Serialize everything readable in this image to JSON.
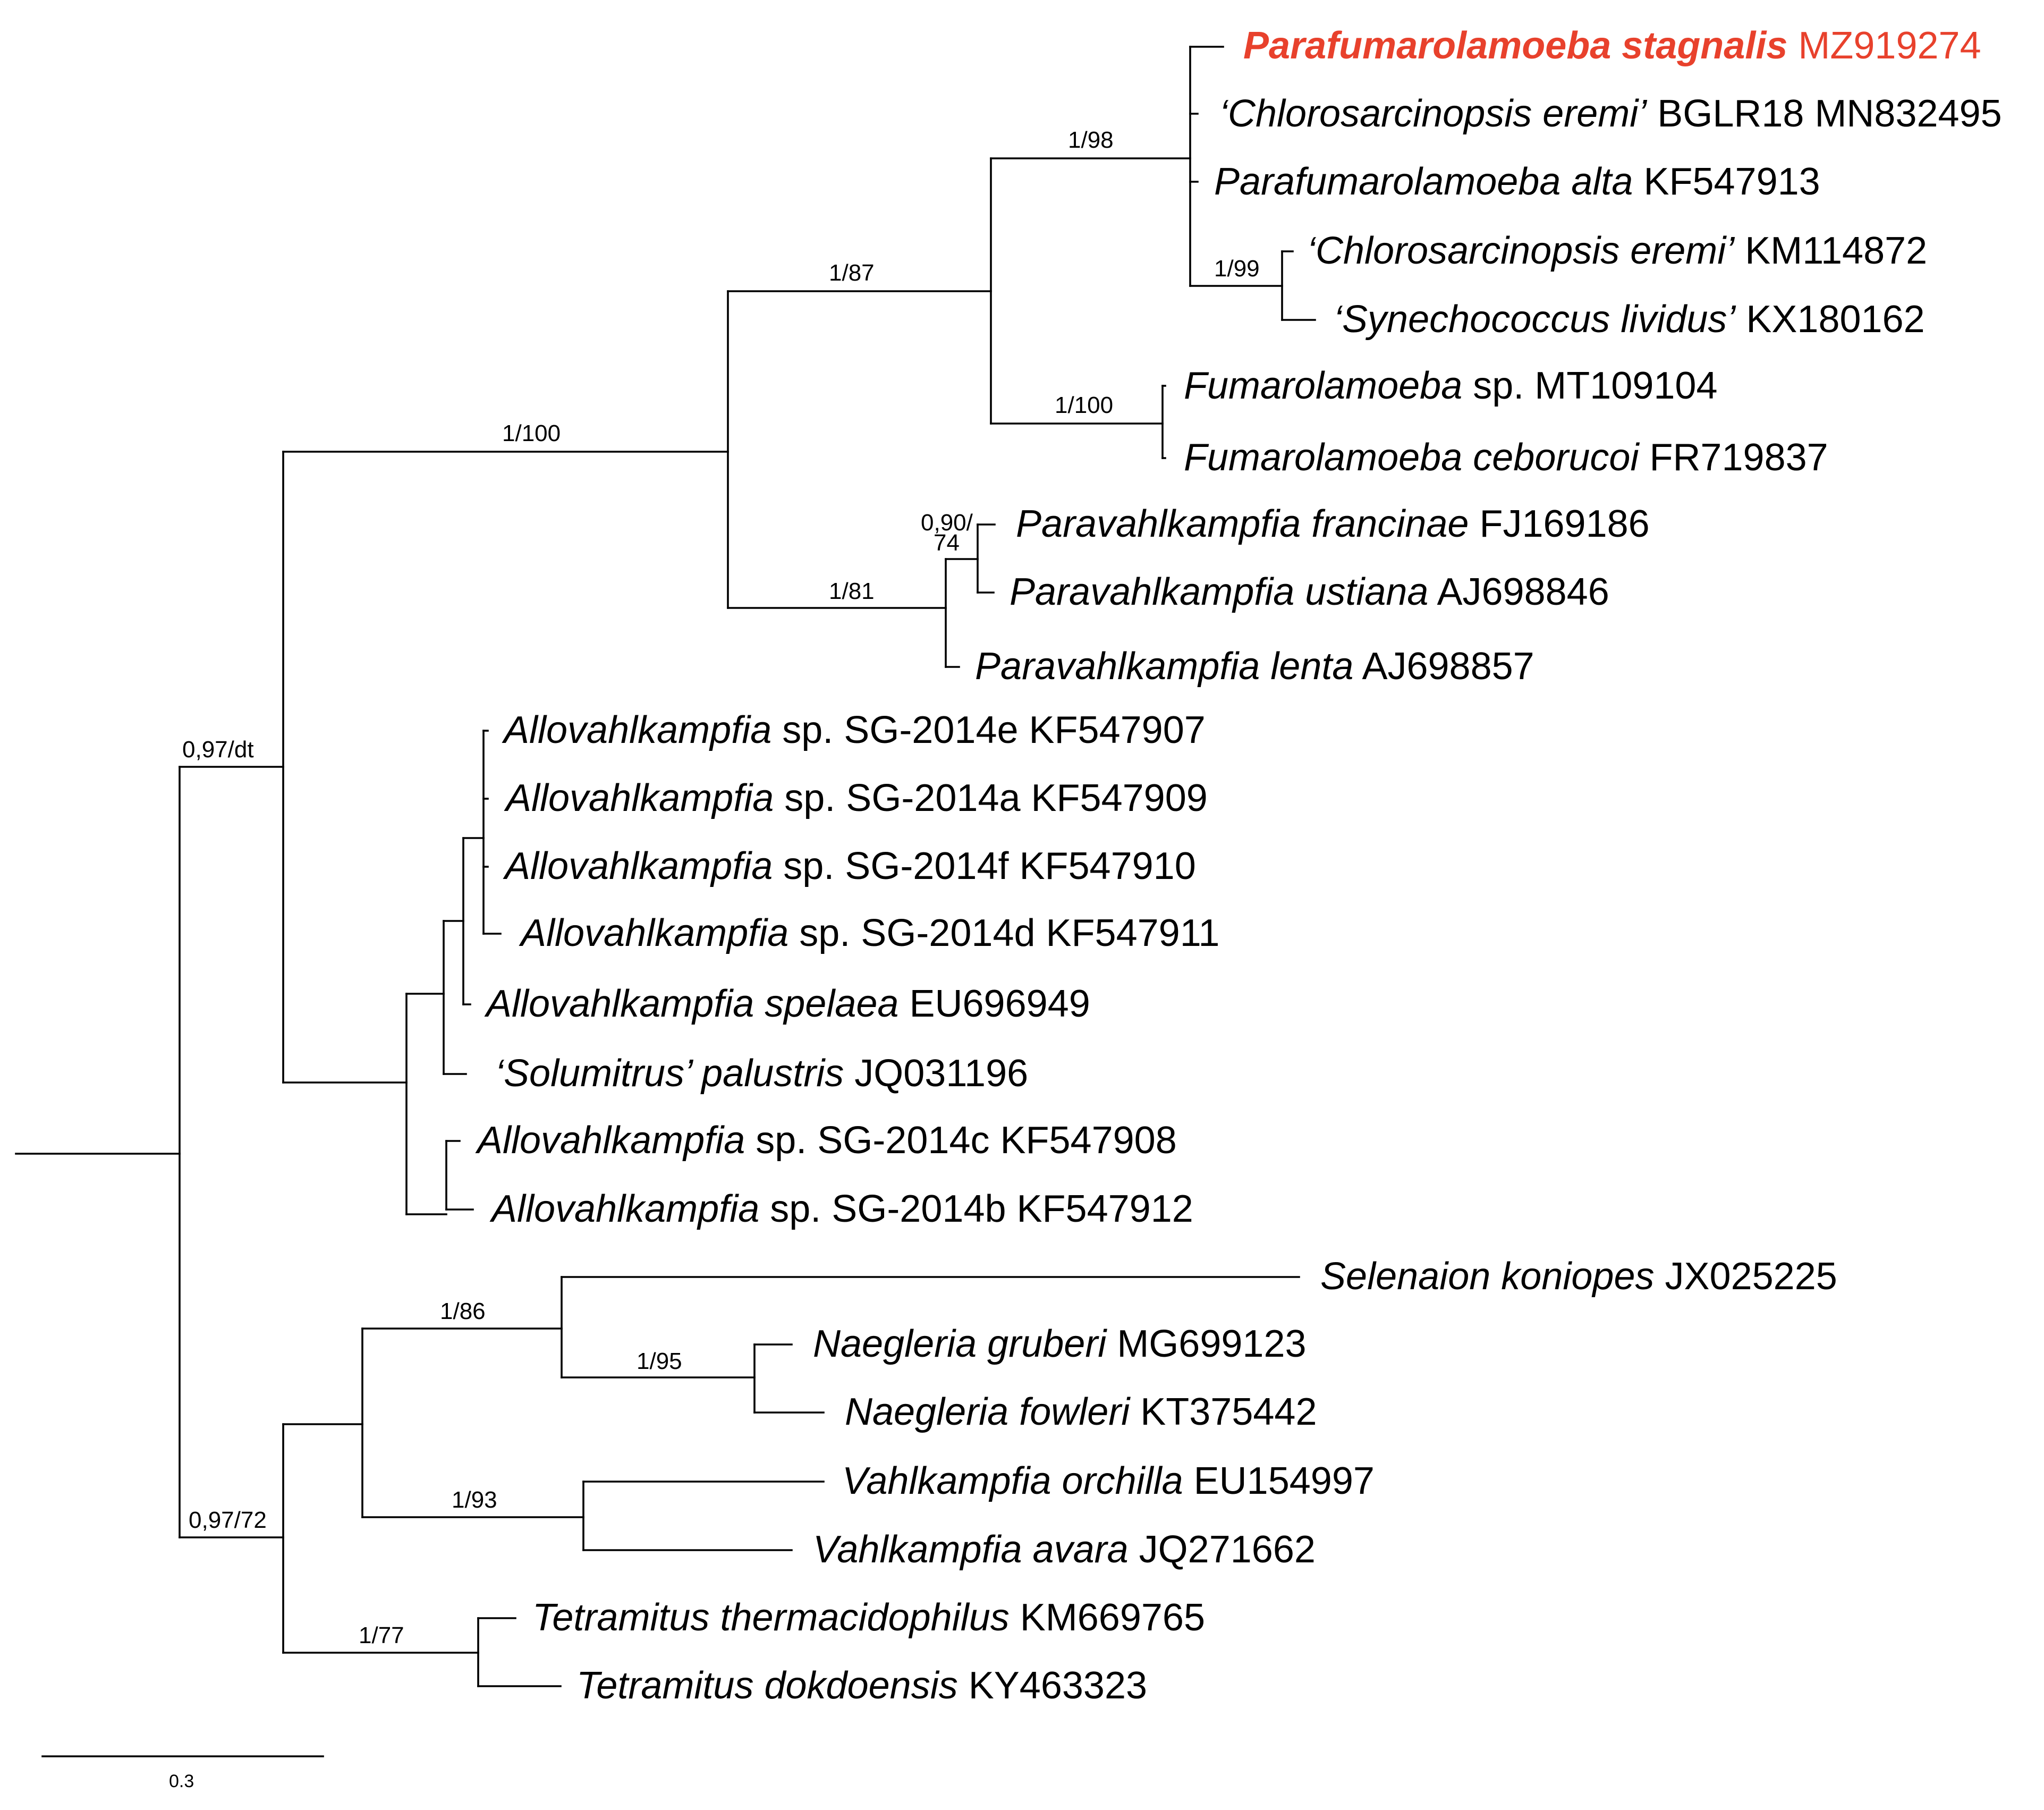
{
  "highlight_color": "#e8412c",
  "taxa": [
    {
      "id": "t1",
      "genus": "Parafumarolamoeba stagnalis",
      "rest": " MZ919274",
      "highlight": true
    },
    {
      "id": "t2",
      "genus": "‘Chlorosarcinopsis eremi’",
      "rest": " BGLR18 MN832495"
    },
    {
      "id": "t3",
      "genus": "Parafumarolamoeba alta",
      "rest": " KF547913"
    },
    {
      "id": "t4",
      "genus": "‘Chlorosarcinopsis eremi’",
      "rest": " KM114872"
    },
    {
      "id": "t5",
      "genus": "‘Synechococcus lividus’",
      "rest": " KX180162"
    },
    {
      "id": "t6",
      "genus": "Fumarolamoeba",
      "rest": " sp. MT109104"
    },
    {
      "id": "t7",
      "genus": "Fumarolamoeba ceborucoi",
      "rest": " FR719837"
    },
    {
      "id": "t8",
      "genus": "Paravahlkampfia francinae",
      "rest": " FJ169186"
    },
    {
      "id": "t9",
      "genus": "Paravahlkampfia ustiana",
      "rest": " AJ698846"
    },
    {
      "id": "t10",
      "genus": "Paravahlkampfia lenta",
      "rest": " AJ698857"
    },
    {
      "id": "t11",
      "genus": "Allovahlkampfia",
      "rest": " sp. SG-2014e KF547907"
    },
    {
      "id": "t12",
      "genus": "Allovahlkampfia",
      "rest": " sp. SG-2014a KF547909"
    },
    {
      "id": "t13",
      "genus": "Allovahlkampfia",
      "rest": " sp. SG-2014f KF547910"
    },
    {
      "id": "t14",
      "genus": "Allovahlkampfia",
      "rest": " sp. SG-2014d KF547911"
    },
    {
      "id": "t15",
      "genus": "Allovahlkampfia spelaea",
      "rest": " EU696949"
    },
    {
      "id": "t16",
      "genus": "‘Solumitrus’ palustris",
      "rest": " JQ031196"
    },
    {
      "id": "t17",
      "genus": "Allovahlkampfia",
      "rest": " sp. SG-2014c KF547908"
    },
    {
      "id": "t18",
      "genus": "Allovahlkampfia",
      "rest": " sp. SG-2014b KF547912"
    },
    {
      "id": "t19",
      "genus": "Selenaion koniopes",
      "rest": " JX025225"
    },
    {
      "id": "t20",
      "genus": "Naegleria gruberi",
      "rest": " MG699123"
    },
    {
      "id": "t21",
      "genus": "Naegleria fowleri",
      "rest": " KT375442"
    },
    {
      "id": "t22",
      "genus": "Vahlkampfia orchilla",
      "rest": " EU154997"
    },
    {
      "id": "t23",
      "genus": "Vahlkampfia avara",
      "rest": " JQ271662"
    },
    {
      "id": "t24",
      "genus": "Tetramitus thermacidophilus",
      "rest": " KM669765"
    },
    {
      "id": "t25",
      "genus": "Tetramitus dokdoensis",
      "rest": " KY463323"
    }
  ],
  "support": [
    {
      "id": "s1",
      "text": "1/98"
    },
    {
      "id": "s2",
      "text": "1/87"
    },
    {
      "id": "s3",
      "text": "1/99"
    },
    {
      "id": "s4",
      "text": "1/100"
    },
    {
      "id": "s5",
      "text": "1/100"
    },
    {
      "id": "s6a",
      "text": "0,90/"
    },
    {
      "id": "s6b",
      "text": "74"
    },
    {
      "id": "s7",
      "text": "1/81"
    },
    {
      "id": "s8",
      "text": "0,97/dt"
    },
    {
      "id": "s9",
      "text": "1/86"
    },
    {
      "id": "s10",
      "text": "1/95"
    },
    {
      "id": "s11",
      "text": "0,97/72"
    },
    {
      "id": "s12",
      "text": "1/93"
    },
    {
      "id": "s13",
      "text": "1/77"
    }
  ],
  "scale_bar": {
    "label": "0.3"
  }
}
